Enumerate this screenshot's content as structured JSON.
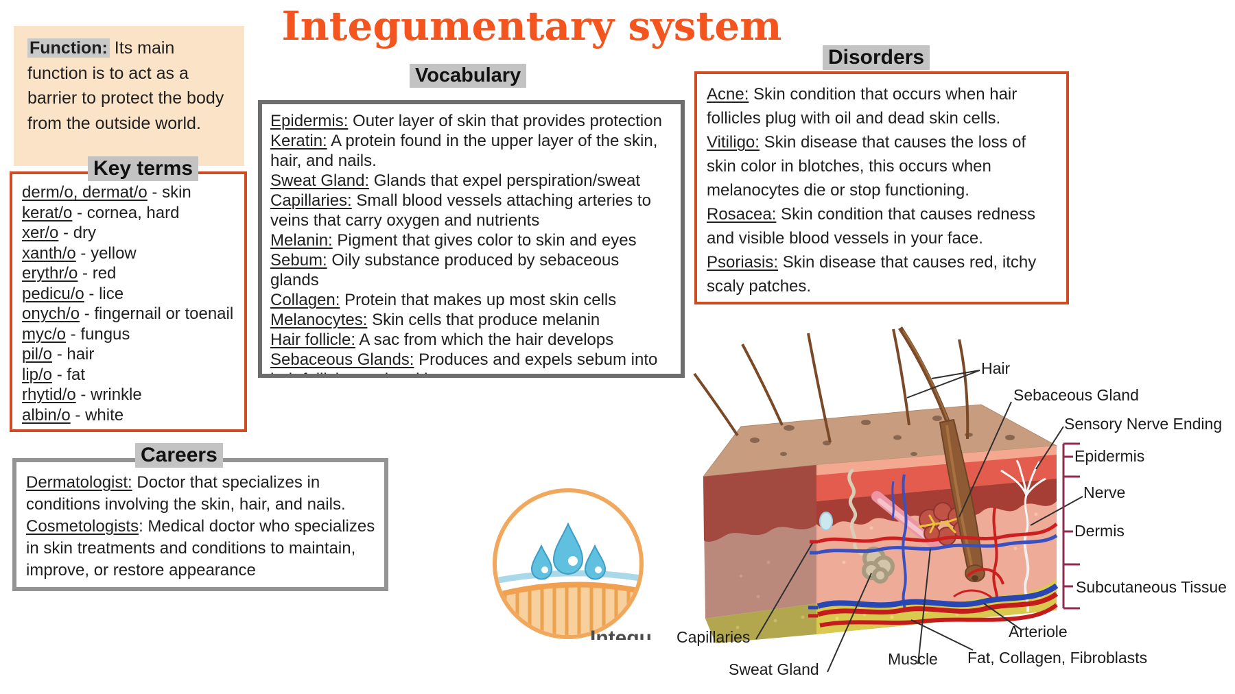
{
  "title": "Integumentary system",
  "function_box": {
    "label": "Function:",
    "text": " Its main function is to act as a barrier to protect the body from the outside world."
  },
  "key_terms": {
    "title": "Key terms",
    "items": [
      {
        "term": "derm/o, dermat/o",
        "def": " - skin"
      },
      {
        "term": "kerat/o",
        "def": " - cornea, hard"
      },
      {
        "term": "xer/o",
        "def": " - dry"
      },
      {
        "term": "xanth/o",
        "def": " - yellow"
      },
      {
        "term": "erythr/o",
        "def": " - red"
      },
      {
        "term": "pedicu/o",
        "def": " - lice"
      },
      {
        "term": "onych/o",
        "def": " - fingernail or toenail"
      },
      {
        "term": "myc/o",
        "def": " - fungus"
      },
      {
        "term": "pil/o",
        "def": " - hair"
      },
      {
        "term": "lip/o",
        "def": " - fat"
      },
      {
        "term": "rhytid/o",
        "def": " - wrinkle"
      },
      {
        "term": "albin/o",
        "def": " - white"
      }
    ]
  },
  "vocabulary": {
    "title": "Vocabulary",
    "items": [
      {
        "term": "Epidermis:",
        "def": " Outer layer of skin that provides protection"
      },
      {
        "term": "Keratin:",
        "def": " A protein found in the upper layer of the skin, hair, and nails."
      },
      {
        "term": "Sweat Gland:",
        "def": " Glands that expel perspiration/sweat"
      },
      {
        "term": "Capillaries:",
        "def": " Small blood vessels attaching arteries to veins that carry oxygen and nutrients"
      },
      {
        "term": "Melanin:",
        "def": " Pigment that gives color to skin and eyes"
      },
      {
        "term": "Sebum:",
        "def": " Oily substance produced by sebaceous glands"
      },
      {
        "term": "Collagen:",
        "def": " Protein that makes up most skin cells"
      },
      {
        "term": "Melanocytes:",
        "def": " Skin cells that produce melanin"
      },
      {
        "term": "Hair follicle:",
        "def": " A sac from which the hair develops"
      },
      {
        "term": "Sebaceous Glands:",
        "def": " Produces and expels sebum into hair follicles or the skin"
      }
    ]
  },
  "disorders": {
    "title": "Disorders",
    "items": [
      {
        "term": "Acne:",
        "def": " Skin condition that occurs when hair follicles plug with oil and dead skin cells."
      },
      {
        "term": "Vitiligo:",
        "def": " Skin disease that causes the loss of skin color in blotches, this occurs when melanocytes die or stop functioning."
      },
      {
        "term": "Rosacea:",
        "def": " Skin condition that causes redness and visible blood vessels in your face."
      },
      {
        "term": "Psoriasis:",
        "def": " Skin disease that causes red, itchy scaly patches."
      }
    ]
  },
  "careers": {
    "title": "Careers",
    "items": [
      {
        "term": "Dermatologist:",
        "def": " Doctor that specializes in conditions involving the skin, hair, and nails."
      },
      {
        "term": "Cosmetologists",
        "def": ": Medical doctor who specializes in skin treatments and conditions to maintain, improve, or restore appearance"
      }
    ]
  },
  "diagram": {
    "labels": {
      "hair": "Hair",
      "sebaceous_gland": "Sebaceous Gland",
      "sensory_nerve_ending": "Sensory Nerve Ending",
      "epidermis": "Epidermis",
      "nerve": "Nerve",
      "dermis": "Dermis",
      "subcutaneous_tissue": "Subcutaneous Tissue",
      "capillaries": "Capillaries",
      "sweat_gland": "Sweat Gland",
      "muscle": "Muscle",
      "arteriole": "Arteriole",
      "fat_collagen_fibroblasts": "Fat, Collagen, Fibroblasts"
    },
    "partial_caption": "Integu"
  },
  "icons": {
    "drop_icon": "skin-hydration-icon"
  },
  "colors": {
    "title_orange": "#f4541d",
    "border_orange": "#cf4b22",
    "border_dark_gray": "#6d6d6d",
    "border_light_gray": "#949494",
    "title_highlight_gray": "#c3c3c3",
    "function_bg": "#fbe3c8"
  }
}
